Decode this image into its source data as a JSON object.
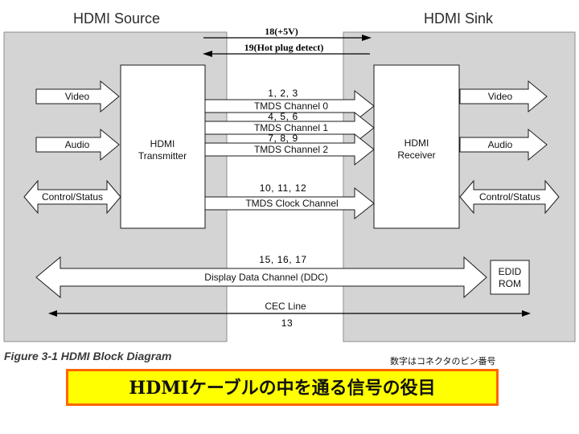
{
  "source": {
    "title": "HDMI Source"
  },
  "sink": {
    "title": "HDMI Sink"
  },
  "transmitter": {
    "line1": "HDMI",
    "line2": "Transmitter"
  },
  "receiver": {
    "line1": "HDMI",
    "line2": "Receiver"
  },
  "source_inputs": {
    "video": "Video",
    "audio": "Audio",
    "control": "Control/Status"
  },
  "sink_outputs": {
    "video": "Video",
    "audio": "Audio",
    "control": "Control/Status"
  },
  "power_line": {
    "label": "18(+5V)"
  },
  "hot_plug_line": {
    "label": "19(Hot plug detect)"
  },
  "tmds": [
    {
      "pins": "1, 2, 3",
      "name": "TMDS Channel 0"
    },
    {
      "pins": "4, 5, 6",
      "name": "TMDS Channel 1"
    },
    {
      "pins": "7, 8, 9",
      "name": "TMDS Channel 2"
    },
    {
      "pins": "10, 11, 12",
      "name": "TMDS Clock Channel"
    }
  ],
  "ddc": {
    "pins": "15, 16, 17",
    "name": "Display Data Channel (DDC)"
  },
  "edid_rom": {
    "line1": "EDID",
    "line2": "ROM"
  },
  "cec": {
    "name": "CEC Line",
    "pins": "13"
  },
  "caption": "Figure 3-1 HDMI Block Diagram",
  "pin_note": "数字はコネクタのピン番号",
  "banner": "HDMIケーブルの中を通る信号の役目",
  "colors": {
    "panel": "#d4d4d4",
    "banner_fill": "#ffff00",
    "banner_border": "#ff6600"
  }
}
